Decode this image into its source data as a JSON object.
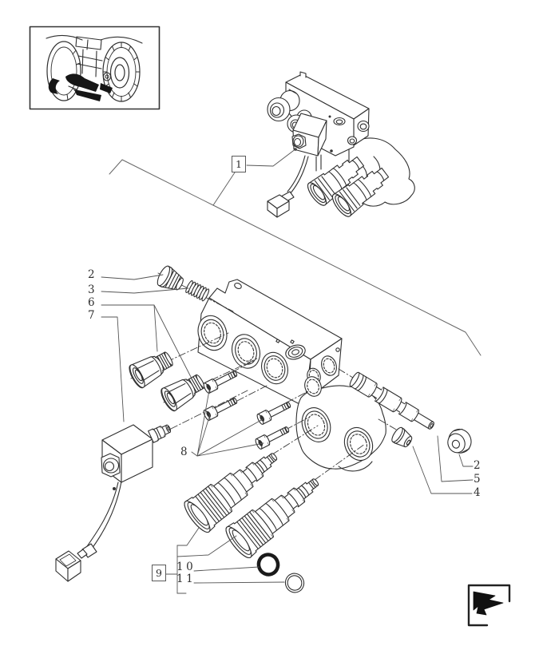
{
  "diagram": {
    "paper_color": "#ffffff",
    "ink_color": "#2f2f2f",
    "leader_color": "#555555"
  },
  "thumbnail": {
    "name": "tractor-rear-overview"
  },
  "icons": {
    "continuation_flag": "flag"
  },
  "callouts": {
    "c1": {
      "label": "1"
    },
    "c2l": {
      "label": "2"
    },
    "c3": {
      "label": "3"
    },
    "c6": {
      "label": "6"
    },
    "c7": {
      "label": "7"
    },
    "c8": {
      "label": "8"
    },
    "c2r": {
      "label": "2"
    },
    "c5": {
      "label": "5"
    },
    "c4": {
      "label": "4"
    },
    "c9": {
      "label": "9"
    },
    "c10": {
      "label": "10"
    },
    "c11": {
      "label": "11"
    }
  }
}
